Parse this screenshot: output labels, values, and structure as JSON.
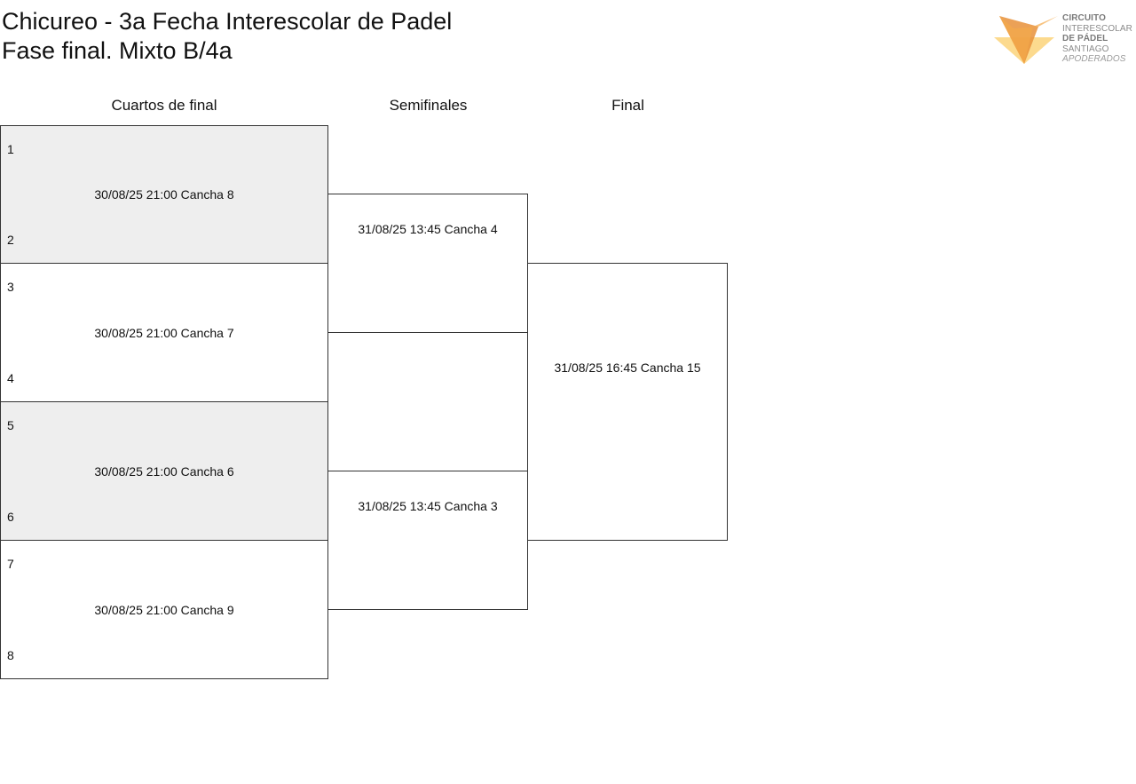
{
  "header": {
    "title_line1": "Chicureo - 3a Fecha Interescolar de Padel",
    "title_line2": "Fase final. Mixto B/4a"
  },
  "logo": {
    "line1": "CIRCUITO",
    "line2": "INTERESCOLAR",
    "line3": "DE PÁDEL",
    "line4": "SANTIAGO",
    "line5": "APODERADOS",
    "colors": [
      "#f3a94a",
      "#e8913a",
      "#fbd37a"
    ]
  },
  "rounds": {
    "quarterfinals": "Cuartos de final",
    "semifinals": "Semifinales",
    "final": "Final"
  },
  "quarterfinals": [
    {
      "seed_top": "1",
      "seed_bottom": "2",
      "match": "30/08/25 21:00 Cancha 8"
    },
    {
      "seed_top": "3",
      "seed_bottom": "4",
      "match": "30/08/25 21:00 Cancha 7"
    },
    {
      "seed_top": "5",
      "seed_bottom": "6",
      "match": "30/08/25 21:00 Cancha 6"
    },
    {
      "seed_top": "7",
      "seed_bottom": "8",
      "match": "30/08/25 21:00 Cancha 9"
    }
  ],
  "semifinals": [
    {
      "match": "31/08/25 13:45 Cancha 4"
    },
    {
      "match": "31/08/25 13:45 Cancha 3"
    }
  ],
  "final": {
    "match": "31/08/25 16:45 Cancha 15"
  }
}
